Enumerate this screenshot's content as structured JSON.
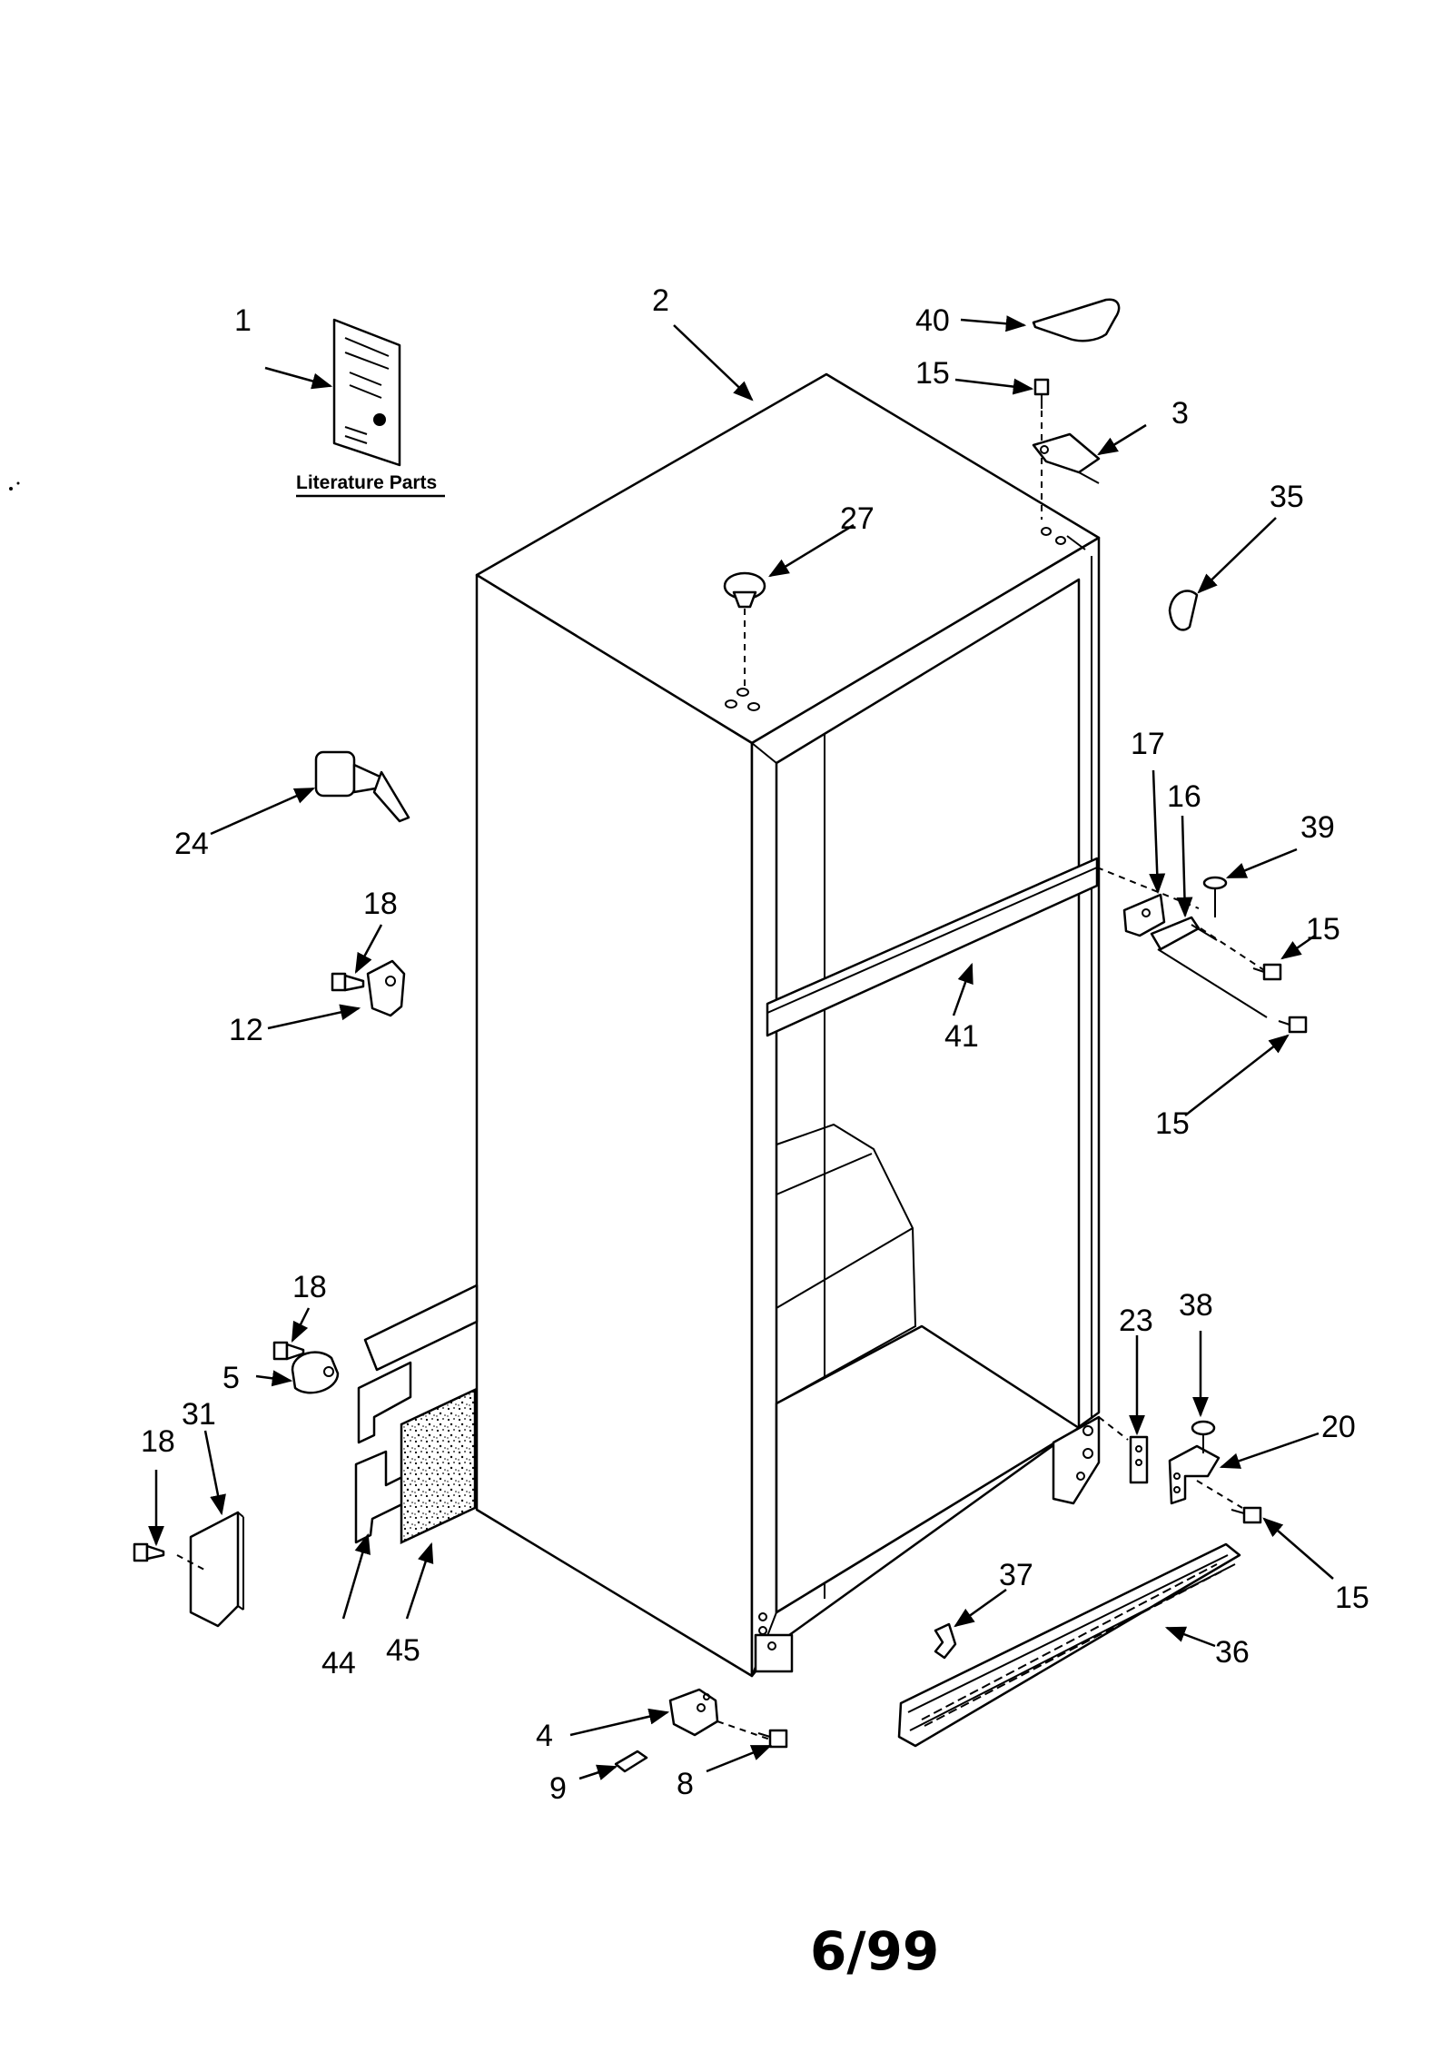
{
  "literature_caption": "Literature Parts",
  "page_number": "6/99",
  "callouts": {
    "c1": "1",
    "c2": "2",
    "c3": "3",
    "c4": "4",
    "c5": "5",
    "c8": "8",
    "c9": "9",
    "c12": "12",
    "c15a": "15",
    "c15b": "15",
    "c15c": "15",
    "c15d": "15",
    "c16": "16",
    "c17": "17",
    "c18a": "18",
    "c18b": "18",
    "c18c": "18",
    "c20": "20",
    "c23": "23",
    "c24": "24",
    "c27": "27",
    "c31": "31",
    "c35": "35",
    "c36": "36",
    "c37": "37",
    "c38": "38",
    "c39": "39",
    "c40": "40",
    "c41": "41",
    "c44": "44",
    "c45": "45"
  }
}
